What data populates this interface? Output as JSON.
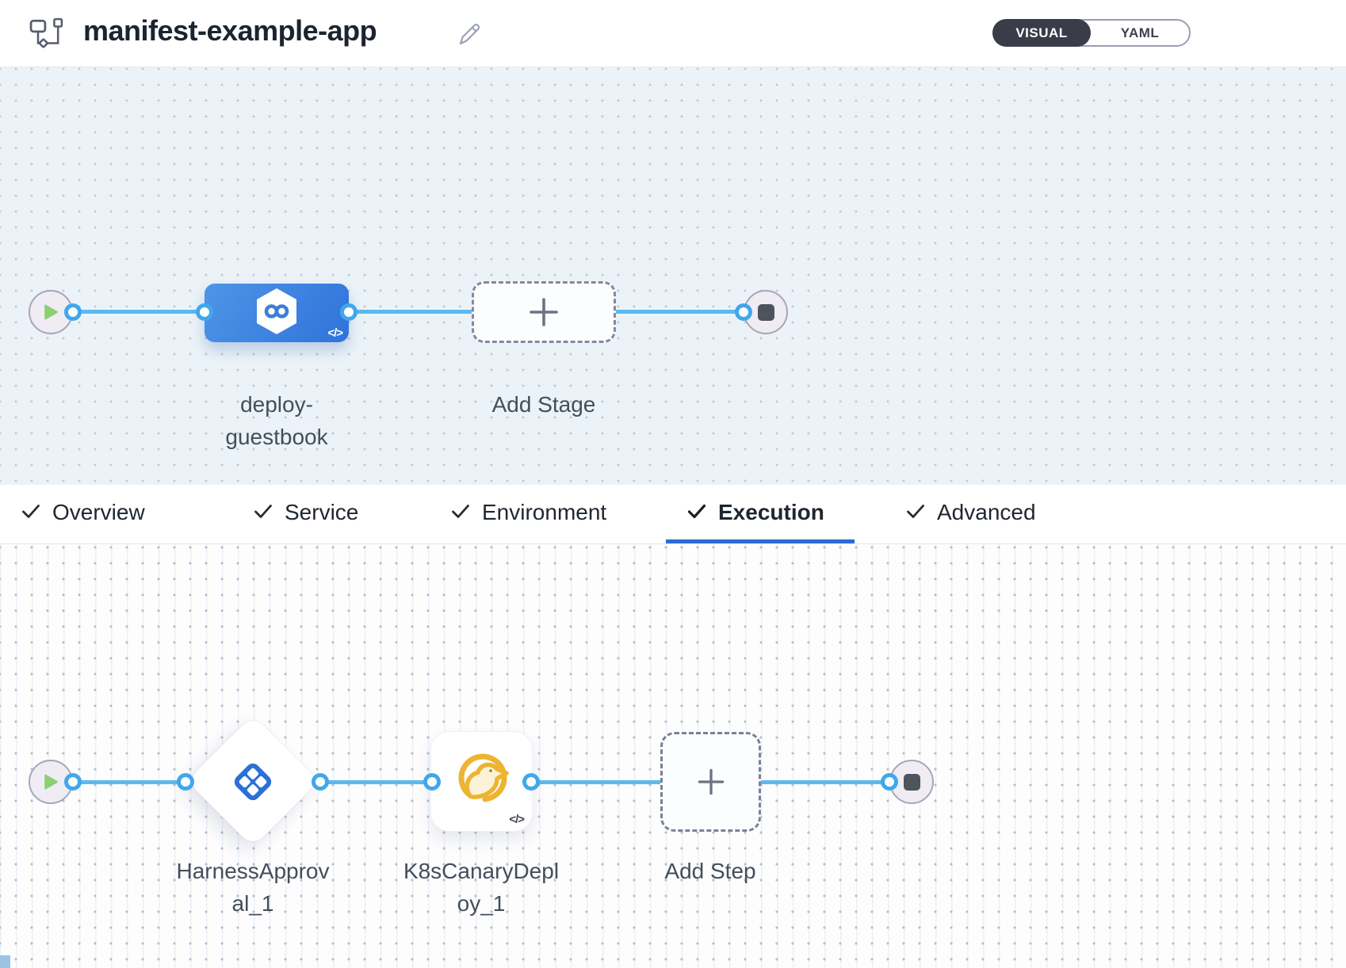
{
  "header": {
    "title": "manifest-example-app",
    "view_toggle": {
      "options": [
        "VISUAL",
        "YAML"
      ],
      "selected": "VISUAL"
    }
  },
  "pipeline": {
    "stages": [
      {
        "name": "deploy-guestbook",
        "type": "deployment-stage"
      }
    ],
    "add_stage_label": "Add Stage"
  },
  "tabs": {
    "items": [
      {
        "label": "Overview",
        "checked": true,
        "active": false
      },
      {
        "label": "Service",
        "checked": true,
        "active": false
      },
      {
        "label": "Environment",
        "checked": true,
        "active": false
      },
      {
        "label": "Execution",
        "checked": true,
        "active": true
      },
      {
        "label": "Advanced",
        "checked": true,
        "active": false
      }
    ]
  },
  "execution": {
    "steps": [
      {
        "name": "HarnessApproval_1",
        "type": "harness-approval"
      },
      {
        "name": "K8sCanaryDeploy_1",
        "type": "k8s-canary-deploy"
      }
    ],
    "add_step_label": "Add Step"
  },
  "common": {
    "code_badge": "</>"
  },
  "colors": {
    "accent_blue": "#2b6cd4",
    "flow_line": "#5cb9f0",
    "connector_ring": "#41a7ec",
    "stage_gradient_start": "#4e95e7",
    "stage_gradient_end": "#2f73da",
    "approval_icon_blue": "#2b70d7",
    "canary_yellow": "#edb432",
    "toggle_dark": "#3b3c49",
    "canvas_top_bg": "#ecf3f8",
    "play_green": "#8ccf70"
  }
}
